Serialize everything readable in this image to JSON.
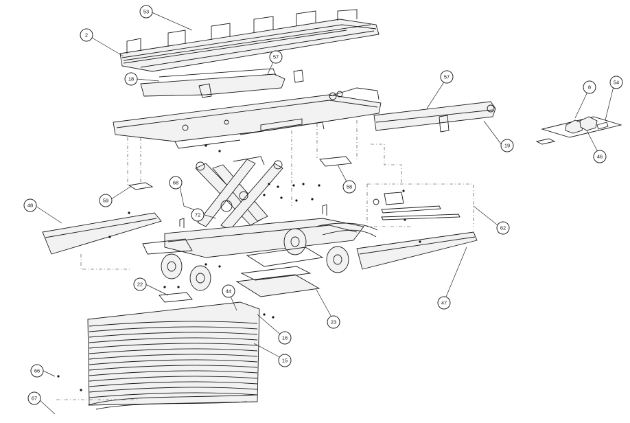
{
  "callouts": [
    {
      "id": "c53",
      "label": "53"
    },
    {
      "id": "c2",
      "label": "2"
    },
    {
      "id": "c57a",
      "label": "57"
    },
    {
      "id": "c18",
      "label": "18"
    },
    {
      "id": "c57b",
      "label": "57"
    },
    {
      "id": "c19",
      "label": "19"
    },
    {
      "id": "c8",
      "label": "8"
    },
    {
      "id": "c54",
      "label": "54"
    },
    {
      "id": "c46",
      "label": "46"
    },
    {
      "id": "c58",
      "label": "58"
    },
    {
      "id": "c59",
      "label": "59"
    },
    {
      "id": "c68",
      "label": "68"
    },
    {
      "id": "c48",
      "label": "48"
    },
    {
      "id": "c72",
      "label": "72"
    },
    {
      "id": "c62",
      "label": "62"
    },
    {
      "id": "c47",
      "label": "47"
    },
    {
      "id": "c22",
      "label": "22"
    },
    {
      "id": "c44",
      "label": "44"
    },
    {
      "id": "c23",
      "label": "23"
    },
    {
      "id": "c16",
      "label": "16"
    },
    {
      "id": "c15",
      "label": "15"
    },
    {
      "id": "c66",
      "label": "66"
    },
    {
      "id": "c67",
      "label": "67"
    }
  ]
}
